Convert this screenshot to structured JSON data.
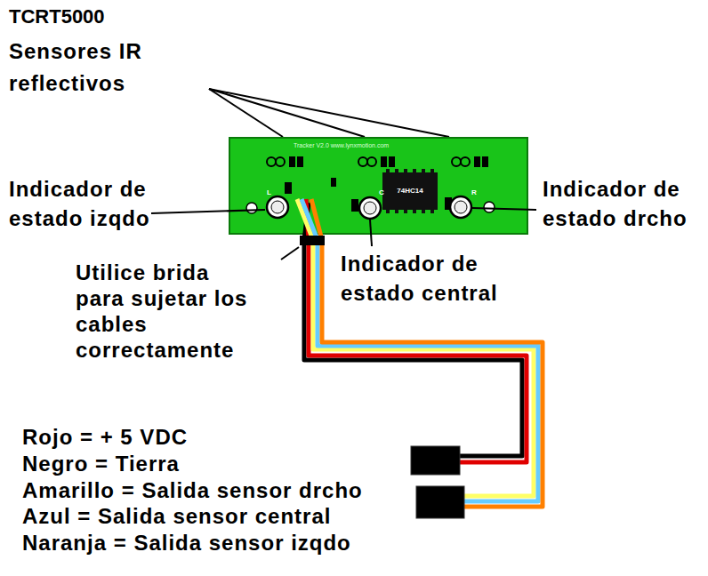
{
  "diagram": {
    "title": "TCRT5000",
    "labels": [
      "Sensores IR reflectivos",
      "Indicador de estado izqdo",
      "Indicador de estado drcho",
      "Indicador de estado central",
      "Utilice brida para sujetar los cables correctamente",
      "Rojo = + 5 VDC",
      "Negro = Tierra",
      "Amarillo = Salida sensor drcho",
      "Azul = Salida sensor central",
      "Naranja = Salida sensor izqdo",
      "Tracker V2.0 www.lynxmotion.com",
      "74HC14",
      "L",
      "C",
      "R"
    ]
  }
}
